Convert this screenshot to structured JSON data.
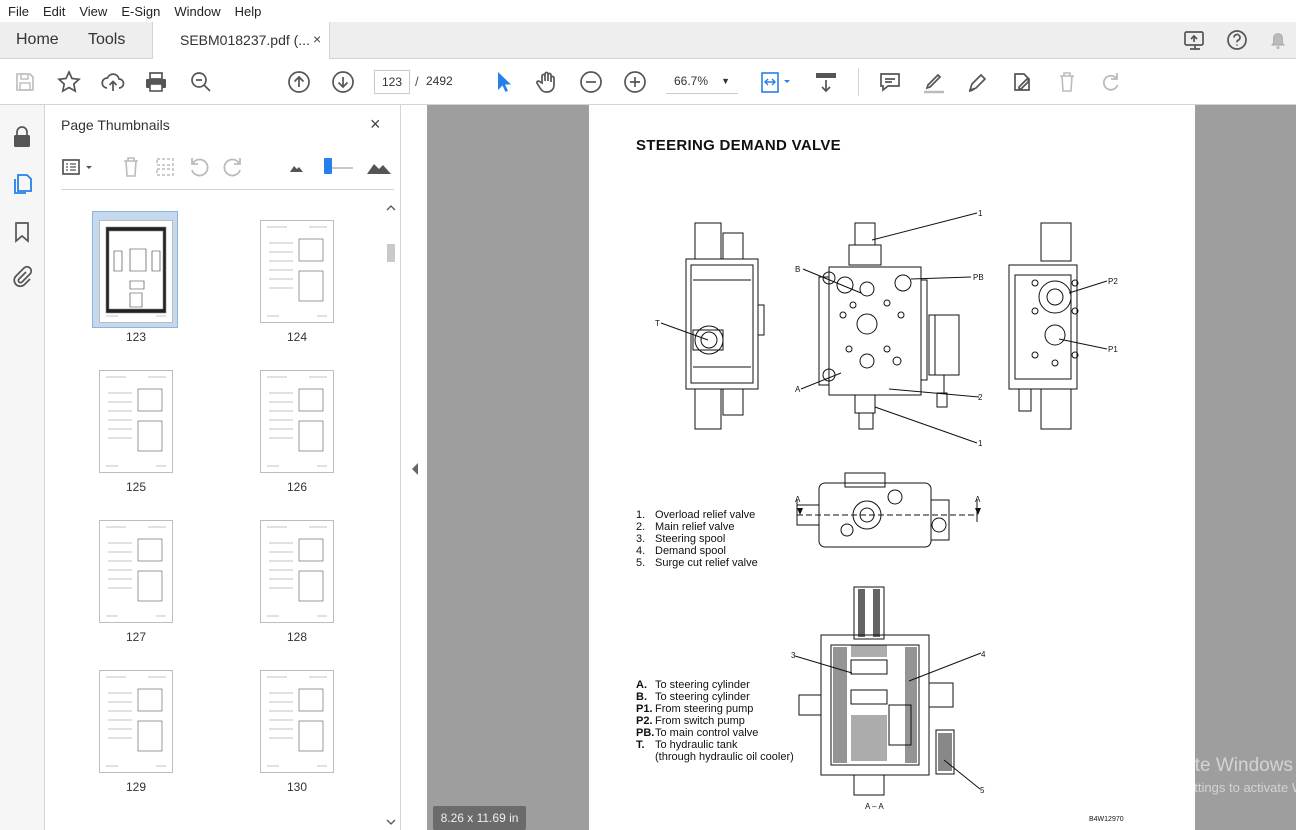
{
  "menu": [
    "File",
    "Edit",
    "View",
    "E-Sign",
    "Window",
    "Help"
  ],
  "tabs": {
    "home": "Home",
    "tools": "Tools",
    "document": "SEBM018237.pdf (...",
    "close": "×"
  },
  "toolbar": {
    "current_page": "123",
    "separator": "/",
    "total_pages": "2492",
    "zoom": "66.7%"
  },
  "panel": {
    "title": "Page Thumbnails",
    "close": "×",
    "thumbnails": [
      {
        "page": "123",
        "selected": true
      },
      {
        "page": "124",
        "selected": false
      },
      {
        "page": "125",
        "selected": false
      },
      {
        "page": "126",
        "selected": false
      },
      {
        "page": "127",
        "selected": false
      },
      {
        "page": "128",
        "selected": false
      },
      {
        "page": "129",
        "selected": false
      },
      {
        "page": "130",
        "selected": false
      }
    ]
  },
  "document": {
    "title": "STEERING DEMAND VALVE",
    "components": [
      {
        "num": "1.",
        "label": "Overload relief valve"
      },
      {
        "num": "2.",
        "label": "Main relief valve"
      },
      {
        "num": "3.",
        "label": "Steering spool"
      },
      {
        "num": "4.",
        "label": "Demand spool"
      },
      {
        "num": "5.",
        "label": "Surge cut relief valve"
      }
    ],
    "ports": [
      {
        "key": "A.",
        "label": "To steering cylinder"
      },
      {
        "key": "B.",
        "label": "To steering cylinder"
      },
      {
        "key": "P1.",
        "label": "From steering pump"
      },
      {
        "key": "P2.",
        "label": "From switch pump"
      },
      {
        "key": "PB.",
        "label": "To main control valve"
      },
      {
        "key": "T.",
        "label": "To hydraulic tank"
      },
      {
        "key": "",
        "label": "(through hydraulic oil cooler)"
      }
    ],
    "callouts": {
      "c1": "1",
      "c1b": "1",
      "c2": "2",
      "c3": "3",
      "c4": "4",
      "c5": "5",
      "B": "B",
      "PB": "PB",
      "T": "T",
      "A": "A",
      "P2": "P2",
      "P1": "P1",
      "sa_left": "A",
      "sa_right": "A",
      "section": "A – A"
    },
    "figure_code": "B4W12970"
  },
  "status": {
    "page_size": "8.26 x 11.69 in"
  },
  "watermark": {
    "line1": "Activate Windows",
    "line2": "Go to Settings to activate Windows."
  }
}
